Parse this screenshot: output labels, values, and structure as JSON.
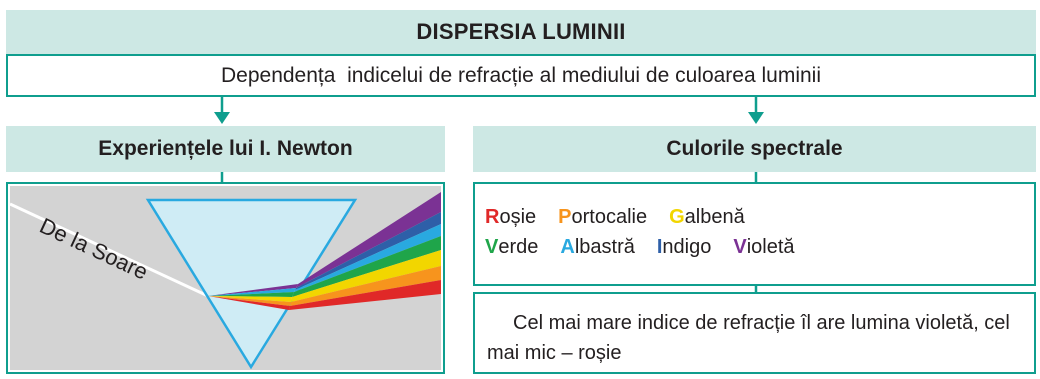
{
  "title": "DISPERSIA LUMINII",
  "subtitle": "Dependența  indicelui de refracție al mediului de culoarea luminii",
  "left_header": "Experiențele lui I. Newton",
  "right_header": "Culorile spectrale",
  "illustration": {
    "sun_label": "De la Soare"
  },
  "spectral_colors": {
    "row1": [
      {
        "letter": "R",
        "rest": "oșie",
        "color": "#e02828"
      },
      {
        "letter": "P",
        "rest": "ortocalie",
        "color": "#f7941d"
      },
      {
        "letter": "G",
        "rest": "albenă",
        "color": "#f2d600"
      }
    ],
    "row2": [
      {
        "letter": "V",
        "rest": "erde",
        "color": "#1fa54a"
      },
      {
        "letter": "A",
        "rest": "lbastră",
        "color": "#29a9e0"
      },
      {
        "letter": "I",
        "rest": "ndigo",
        "color": "#2e5fa8"
      },
      {
        "letter": "V",
        "rest": "ioletă",
        "color": "#7b3294"
      }
    ]
  },
  "note": "Cel mai mare indice de refracție îl are lumina violetă, cel mai mic – roșie",
  "colors": {
    "accent": "#0f9e8e",
    "header_bg": "#cde8e4",
    "prism_fill": "#cfecf5",
    "prism_stroke": "#29a9e0",
    "image_bg": "#d3d3d3"
  }
}
